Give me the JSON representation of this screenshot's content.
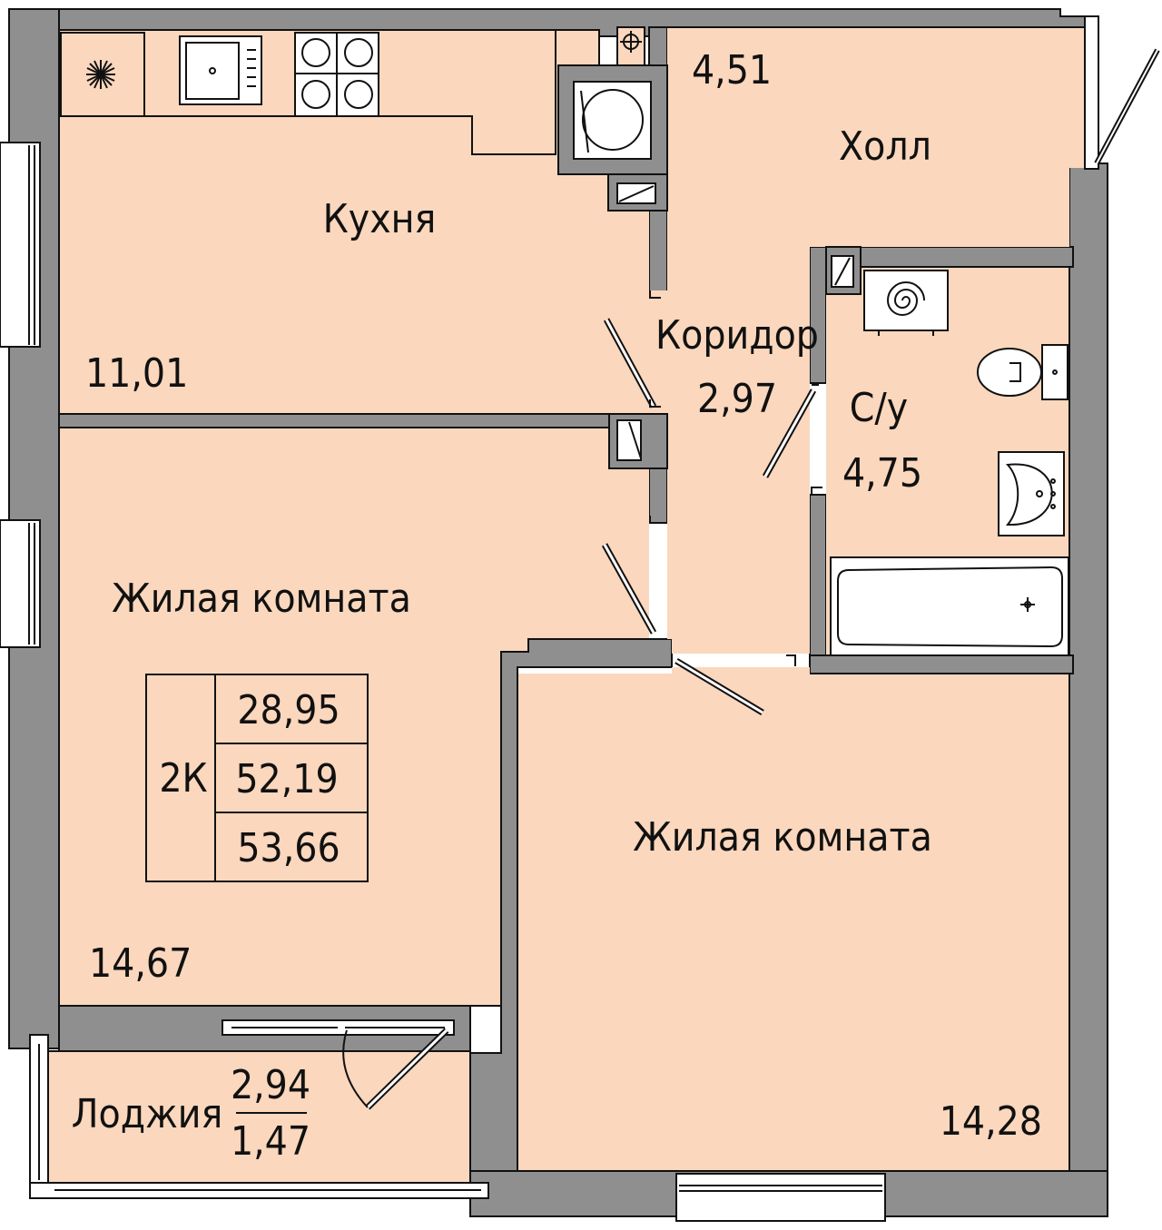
{
  "colors": {
    "floor": "#fad7bd",
    "wall": "#8f8f8f",
    "line": "#111111",
    "fixture": "#ffffff"
  },
  "rooms": {
    "kitchen": {
      "name": "Кухня",
      "area": "11,01"
    },
    "hall": {
      "name": "Холл",
      "area": "4,51"
    },
    "corridor": {
      "name": "Коридор",
      "area": "2,97"
    },
    "bathroom": {
      "name": "С/у",
      "area": "4,75"
    },
    "living1": {
      "name": "Жилая комната",
      "area": "14,67"
    },
    "living2": {
      "name": "Жилая комната",
      "area": "14,28"
    },
    "loggia": {
      "name": "Лоджия",
      "area_full": "2,94",
      "area_reduced": "1,47"
    }
  },
  "summary_table": {
    "type": "2К",
    "living_area": "28,95",
    "total_area": "52,19",
    "total_with_loggia": "53,66"
  },
  "icons": [
    "hood-icon",
    "sink-icon",
    "stove-icon",
    "washing-machine-icon",
    "ventilation-shaft-icon",
    "boiler-icon",
    "toilet-icon",
    "washbasin-icon",
    "bathtub-icon",
    "meter-icon"
  ]
}
